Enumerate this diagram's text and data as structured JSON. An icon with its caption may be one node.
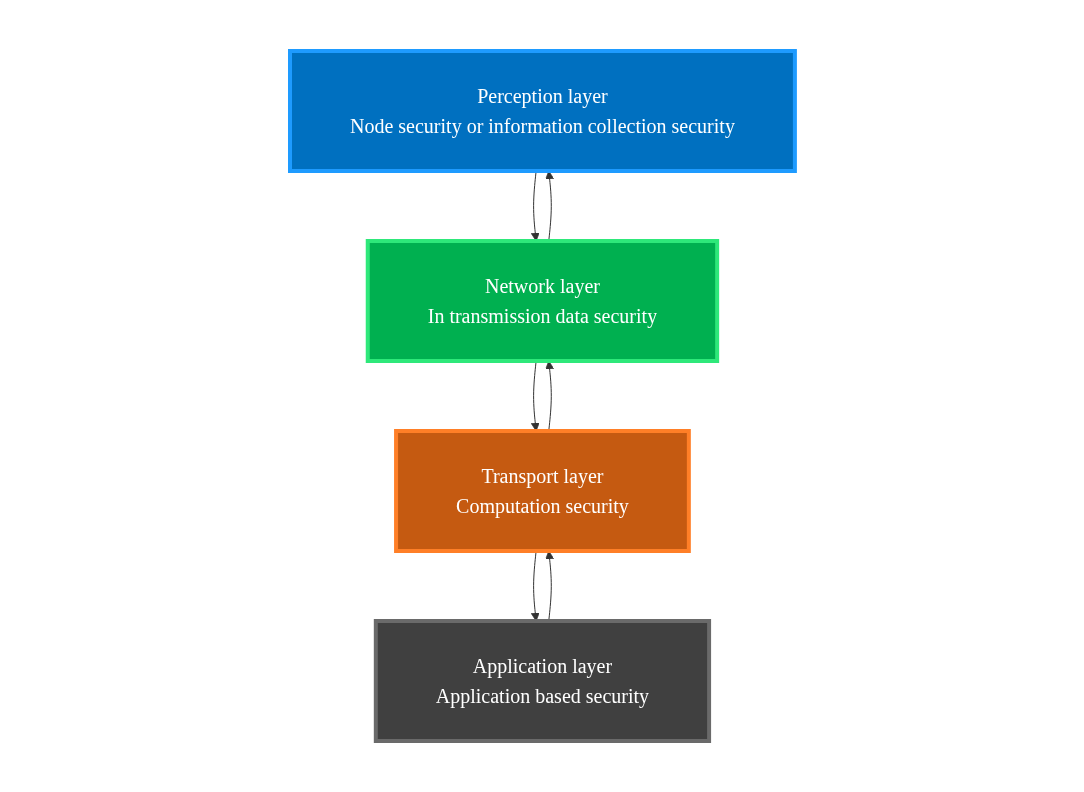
{
  "diagram": {
    "nodes": [
      {
        "text": [
          "Perception layer",
          "Node security or information collection security"
        ]
      },
      {
        "text": [
          "Network layer",
          "In transmission data security"
        ]
      },
      {
        "text": [
          "Transport layer",
          "Computation security"
        ]
      },
      {
        "text": [
          "Application layer",
          "Application based security"
        ]
      }
    ],
    "edges": [
      {
        "from": 0,
        "to": 1,
        "arrow": "to"
      },
      {
        "from": 1,
        "to": 0,
        "arrow": "to"
      },
      {
        "from": 1,
        "to": 2,
        "arrow": "to"
      },
      {
        "from": 2,
        "to": 1,
        "arrow": "to"
      },
      {
        "from": 2,
        "to": 3,
        "arrow": "to"
      },
      {
        "from": 3,
        "to": 2,
        "arrow": "to"
      }
    ]
  }
}
